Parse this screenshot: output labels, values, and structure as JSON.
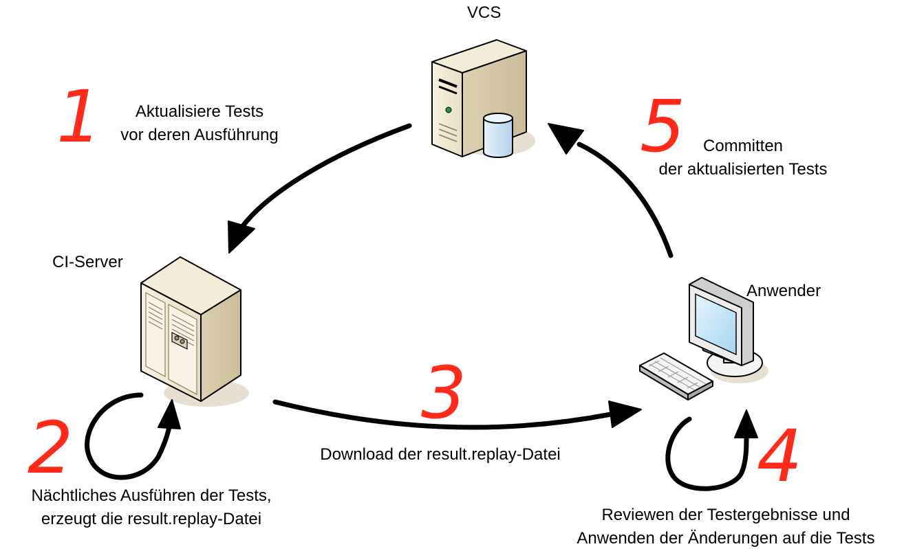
{
  "nodes": {
    "vcs": {
      "label": "VCS",
      "icon": "database-server-icon"
    },
    "ci_server": {
      "label": "CI-Server",
      "icon": "server-tower-icon"
    },
    "user": {
      "label": "Anwender",
      "icon": "desktop-computer-icon"
    }
  },
  "steps": [
    {
      "number": "1",
      "lines": [
        "Aktualisiere Tests",
        "vor deren Ausführung"
      ]
    },
    {
      "number": "2",
      "lines": [
        "Nächtliches Ausführen der Tests,",
        "erzeugt die result.replay-Datei"
      ]
    },
    {
      "number": "3",
      "lines": [
        "Download der result.replay-Datei"
      ]
    },
    {
      "number": "4",
      "lines": [
        "Reviewen der Testergebnisse und",
        "Anwenden der Änderungen auf die Tests"
      ]
    },
    {
      "number": "5",
      "lines": [
        "Committen",
        "der aktualisierten Tests"
      ]
    }
  ],
  "colors": {
    "step_number": "#ff2a1a",
    "arrow": "#000000",
    "server_body": "#efe6cf",
    "server_shadow": "#e6dfd2",
    "monitor_body": "#e8e8e8",
    "screen": "#bfe2f6",
    "database": "#cfe4f7"
  }
}
